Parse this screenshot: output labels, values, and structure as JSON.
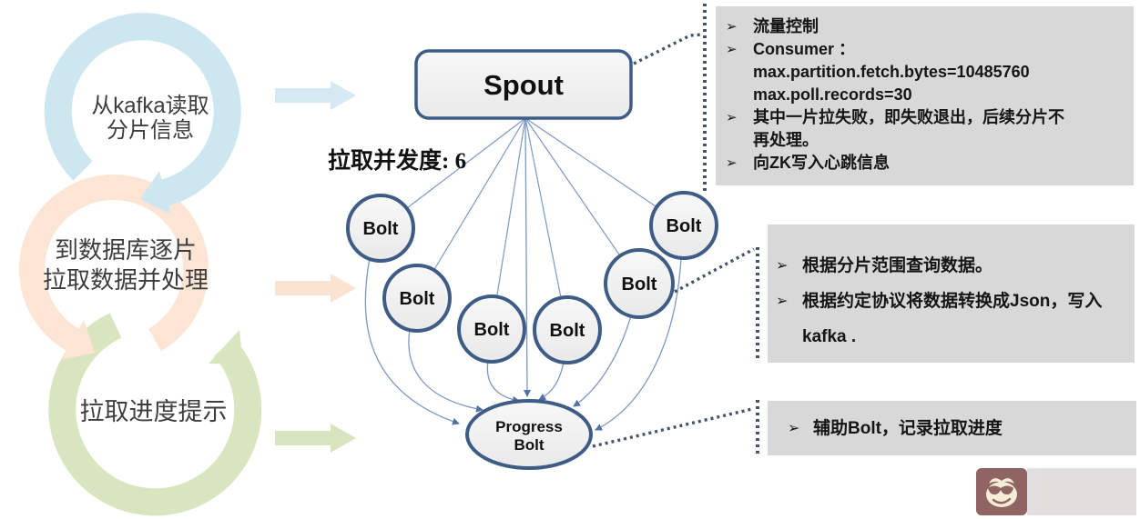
{
  "process_rings": [
    {
      "lines": [
        "从kafka读取",
        "分片信息"
      ]
    },
    {
      "lines": [
        "到数据库逐片",
        "拉取数据并处理"
      ]
    },
    {
      "lines": [
        "拉取进度提示"
      ]
    }
  ],
  "diagram": {
    "spout_label": "Spout",
    "parallelism_label": "拉取并发度: 6",
    "bolt_label": "Bolt",
    "progress_bolt": {
      "line1": "Progress",
      "line2": "Bolt"
    }
  },
  "bullet_glyph": "➢",
  "notes": [
    {
      "lines": [
        {
          "bullet": true,
          "text": "流量控制"
        },
        {
          "bullet": true,
          "text": "Consumer ："
        },
        {
          "bullet": false,
          "text": "max.partition.fetch.bytes=10485760"
        },
        {
          "bullet": false,
          "text": "max.poll.records=30"
        },
        {
          "bullet": true,
          "text": "其中一片拉失败，即失败退出，后续分片不再处理。"
        },
        {
          "bullet": true,
          "text": "向ZK写入心跳信息"
        }
      ]
    },
    {
      "lines": [
        {
          "bullet": true,
          "text": "根据分片范围查询数据。"
        },
        {
          "bullet": true,
          "text": "根据约定协议将数据转换成Json，写入kafka ."
        }
      ]
    },
    {
      "lines": [
        {
          "bullet": true,
          "text": "辅助Bolt，记录拉取进度"
        }
      ]
    }
  ],
  "colors": {
    "ring_blue": "#cde7f0",
    "ring_orange": "#fce5d4",
    "ring_green": "#d9e5bf",
    "arrow_blue": "#d6e8f1",
    "arrow_orange": "#fbe3d1",
    "arrow_green": "#d8e4c0",
    "node_border": "#3e5c85",
    "connector": "#7b98c4",
    "dotted": "#44546a",
    "note_bg": "#d8d8d8"
  }
}
